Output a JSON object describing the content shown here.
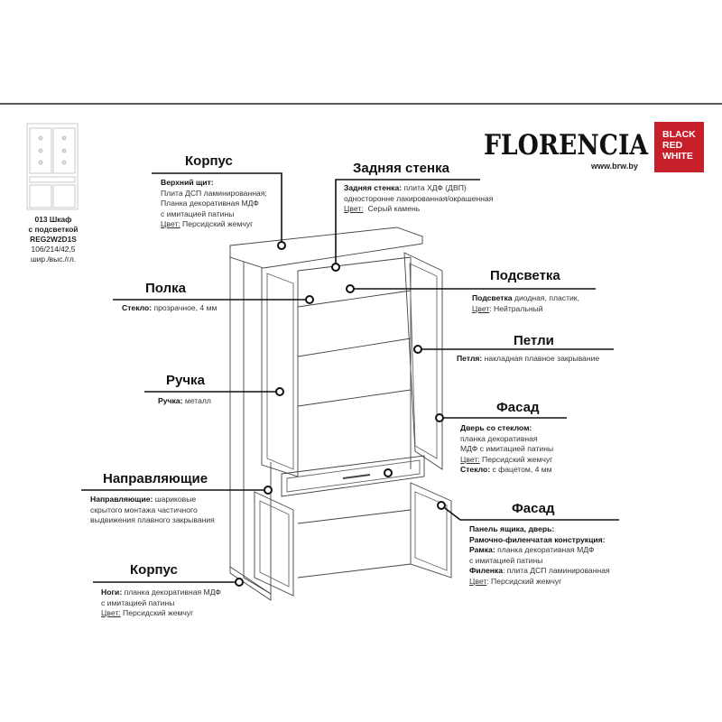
{
  "brand": {
    "name": "FLORENCIA",
    "url": "www.brw.by",
    "logo_lines": [
      "BLACK",
      "RED",
      "WHITE"
    ],
    "logo_color": "#c8202b"
  },
  "product": {
    "title": "013 Шкаф",
    "subtitle": "с подсветкой",
    "code": "REG2W2D1S",
    "dimensions": "106/214/42,5",
    "dimensions_label": "шир./выс./гл."
  },
  "callouts": {
    "korpus_top": {
      "heading": "Корпус",
      "label": "Верхний щит:",
      "lines": [
        "Плита ДСП ламинированная;",
        "Планка декоративная МДФ",
        "с имитацией патины"
      ],
      "color_label": "Цвет:",
      "color_value": "Персидский жемчуг"
    },
    "back": {
      "heading": "Задняя стенка",
      "label": "Задняя стенка:",
      "value": "плита ХДФ (ДВП)",
      "line2": "односторонне лакированная/окрашенная",
      "color_label": "Цвет:",
      "color_value": "Серый камень"
    },
    "shelf": {
      "heading": "Полка",
      "label": "Стекло:",
      "value": "прозрачное, 4 мм"
    },
    "light": {
      "heading": "Подсветка",
      "label": "Подсветка",
      "value": "диодная, пластик,",
      "color_label": "Цвет",
      "color_value": ": Нейтральный"
    },
    "hinges": {
      "heading": "Петли",
      "label": "Петля:",
      "value": "накладная плавное закрывание"
    },
    "handle": {
      "heading": "Ручка",
      "label": "Ручка:",
      "value": "металл"
    },
    "facade_glass": {
      "heading": "Фасад",
      "label": "Дверь со стеклом:",
      "lines": [
        "планка декоративная",
        "МДФ с имитацией патины"
      ],
      "color_label": "Цвет:",
      "color_value": "Персидский жемчуг",
      "glass_label": "Стекло:",
      "glass_value": "с фацетом, 4 мм"
    },
    "rails": {
      "heading": "Направляющие",
      "label": "Направляющие:",
      "value": "шариковые",
      "lines": [
        "скрытого монтажа частичного",
        "выдвижения плавного закрывания"
      ]
    },
    "facade_panel": {
      "heading": "Фасад",
      "label1": "Панель ящика, дверь:",
      "label2": "Рамочно-филенчатая конструкция:",
      "frame_label": "Рамка:",
      "frame_value": "планка декоративная МДФ",
      "frame_line2": "с имитацией патины",
      "panel_label": "Филенка",
      "panel_value": ": плита ДСП ламинированная",
      "color_label": "Цвет",
      "color_value": ": Персидский жемчуг"
    },
    "korpus_legs": {
      "heading": "Корпус",
      "label": "Ноги:",
      "value": "планка декоративная МДФ",
      "line2": "с имитацией патины",
      "color_label": "Цвет:",
      "color_value": "Персидский жемчуг"
    }
  }
}
